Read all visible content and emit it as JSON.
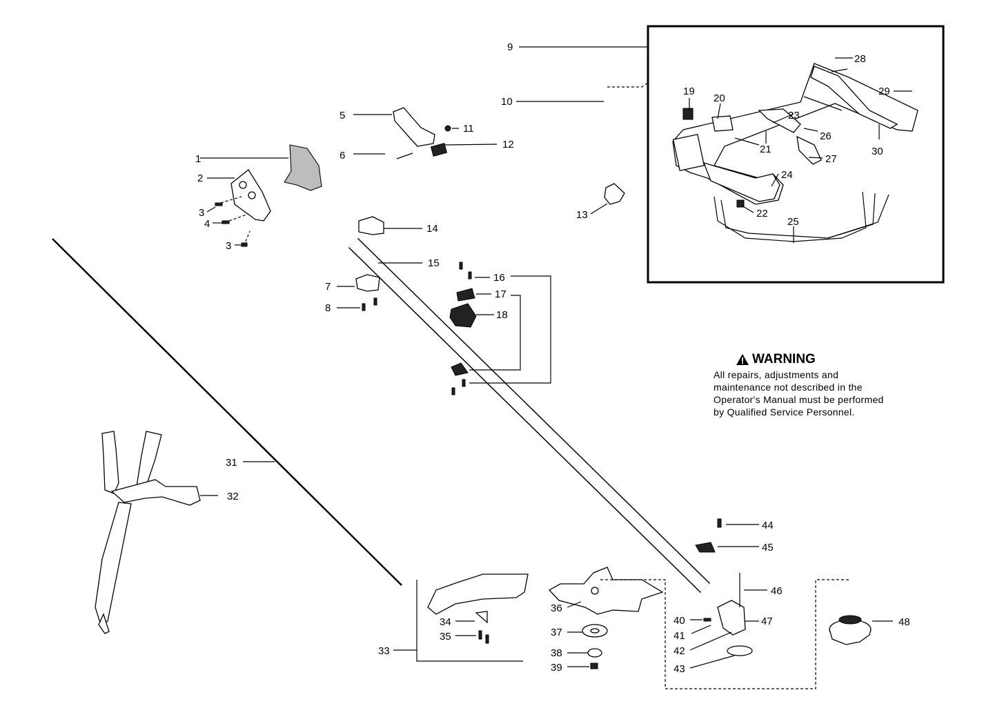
{
  "labels": {
    "p1": "1",
    "p2": "2",
    "p3a": "3",
    "p3b": "3",
    "p4": "4",
    "p5": "5",
    "p6": "6",
    "p7": "7",
    "p8": "8",
    "p9": "9",
    "p10": "10",
    "p11": "11",
    "p12": "12",
    "p13": "13",
    "p14": "14",
    "p15": "15",
    "p16": "16",
    "p17": "17",
    "p18": "18",
    "p19": "19",
    "p20": "20",
    "p21": "21",
    "p22": "22",
    "p23": "23",
    "p24": "24",
    "p25": "25",
    "p26": "26",
    "p27": "27",
    "p28": "28",
    "p29": "29",
    "p30": "30",
    "p31": "31",
    "p32": "32",
    "p33": "33",
    "p34": "34",
    "p35": "35",
    "p36": "36",
    "p37": "37",
    "p38": "38",
    "p39": "39",
    "p40": "40",
    "p41": "41",
    "p42": "42",
    "p43": "43",
    "p44": "44",
    "p45": "45",
    "p46": "46",
    "p47": "47",
    "p48": "48"
  },
  "warning": {
    "icon": "warning-triangle-icon",
    "title": "WARNING",
    "text": "All repairs, adjustments and maintenance not described in the Operator's Manual must be performed by Qualified Service Personnel."
  }
}
